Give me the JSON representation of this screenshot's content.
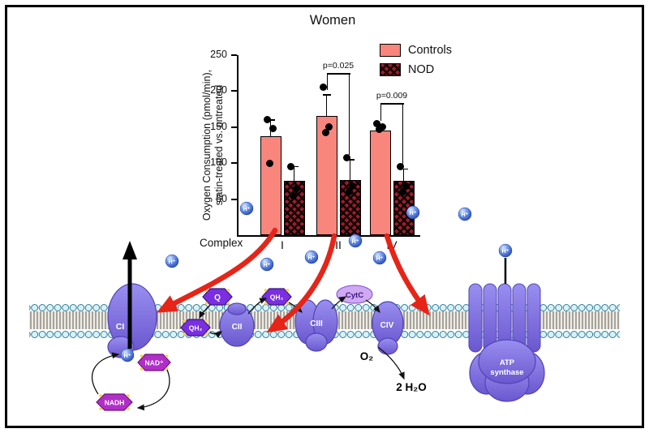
{
  "chart_data": {
    "type": "bar",
    "title": "Women",
    "ylabel": [
      "Oxygen Consumption (pmol/min),",
      "statin-treated vs. untreated"
    ],
    "xlabel": "Complex",
    "categories": [
      "I",
      "II",
      "IV"
    ],
    "ylim": [
      0,
      250
    ],
    "yticks": [
      50,
      100,
      150,
      200,
      250
    ],
    "grid": false,
    "legend_position": "top-right",
    "series": [
      {
        "name": "Controls",
        "style": "solid",
        "color": "#f8867d",
        "values": [
          137,
          165,
          145
        ],
        "errors": [
          23,
          30,
          8
        ],
        "points": [
          [
            160,
            148,
            100
          ],
          [
            205,
            150,
            142
          ],
          [
            155,
            150,
            147
          ]
        ]
      },
      {
        "name": "NOD",
        "style": "checker",
        "color": "#a11a2b",
        "values": [
          75,
          77,
          75
        ],
        "errors": [
          20,
          28,
          17
        ],
        "points": [
          [
            95,
            65,
            55
          ],
          [
            108,
            68,
            60
          ],
          [
            95,
            68,
            60
          ]
        ]
      }
    ],
    "significance": [
      {
        "category": "II",
        "category_index": 1,
        "label": "p=0.025"
      },
      {
        "category": "IV",
        "category_index": 2,
        "label": "p=0.009"
      }
    ]
  },
  "diagram": {
    "complexes": {
      "ci": "CI",
      "cii": "CII",
      "ciii": "CIII",
      "civ": "CIV"
    },
    "carriers": {
      "q": "Q",
      "qh2": "QH₂",
      "cytc": "CytC",
      "nadh": "NADH",
      "nad_plus": "NAD⁺"
    },
    "atp_synthase": {
      "line1": "ATP",
      "line2": "synthase"
    },
    "molecules": {
      "o2": "O₂",
      "h2o": "2 H₂O",
      "h_plus": "H⁺"
    },
    "colors": {
      "membrane_head": "#d8f1f8",
      "complex_purple": "#7f6fdd",
      "carrier_purple": "#7a2fe0",
      "nad_magenta": "#b02fc7",
      "red_arrow": "#e62418",
      "h_ion_blue": "#3f6fd8"
    }
  }
}
